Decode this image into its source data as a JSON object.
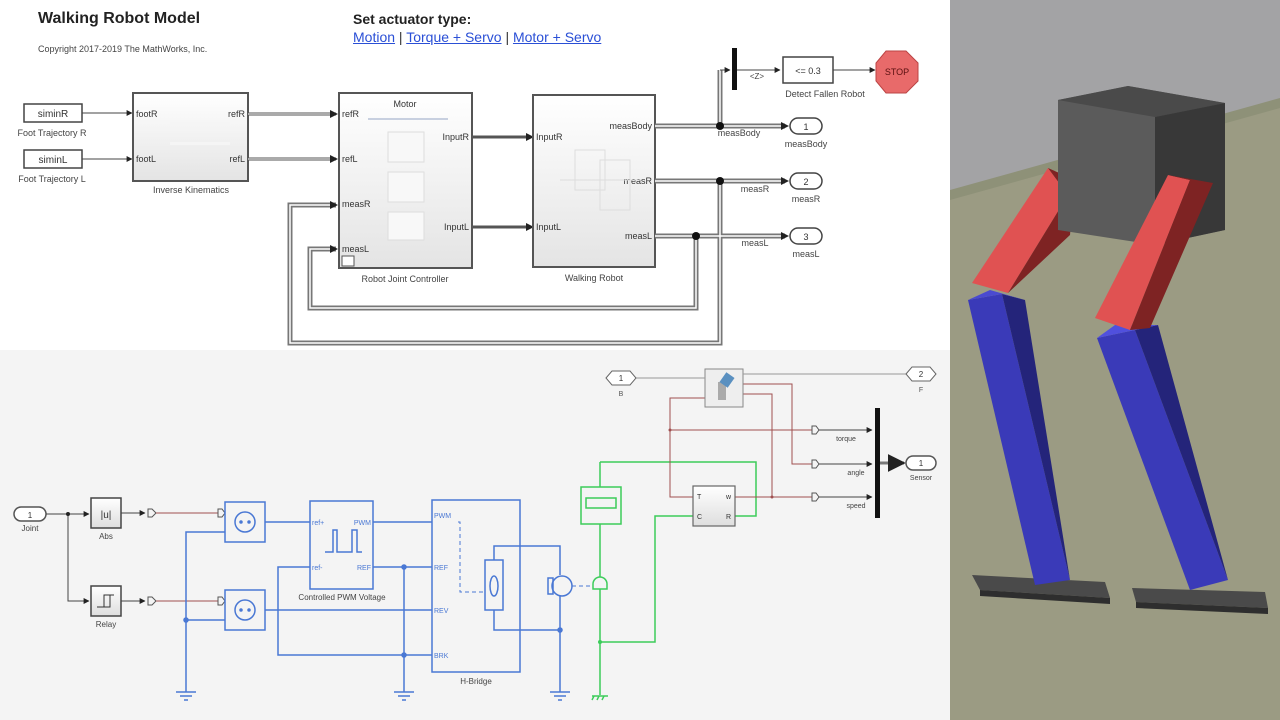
{
  "header": {
    "title": "Walking Robot Model",
    "copyright": "Copyright 2017-2019 The MathWorks, Inc.",
    "actuator_heading": "Set actuator type:",
    "actuator_links": [
      "Motion",
      "Torque + Servo",
      "Motor + Servo"
    ],
    "separator": "|"
  },
  "top_diagram": {
    "inputs": [
      {
        "label": "siminR",
        "caption": "Foot Trajectory R"
      },
      {
        "label": "siminL",
        "caption": "Foot Trajectory L"
      }
    ],
    "inverse_kinematics": {
      "name": "Inverse Kinematics",
      "in_ports": [
        "footR",
        "footL"
      ],
      "out_ports": [
        "refR",
        "refL"
      ]
    },
    "controller": {
      "name": "Robot Joint Controller",
      "header": "Motor",
      "in_ports": [
        "refR",
        "refL",
        "measR",
        "measL"
      ],
      "out_ports": [
        "InputR",
        "InputL"
      ]
    },
    "walking_robot": {
      "name": "Walking Robot",
      "in_ports": [
        "InputR",
        "InputL"
      ],
      "out_ports": [
        "measBody",
        "measR",
        "measL"
      ]
    },
    "selector_label": "<Z>",
    "compare": {
      "expr": "<= 0.3",
      "caption": "Detect Fallen Robot"
    },
    "stop_label": "STOP",
    "outputs": [
      {
        "num": "1",
        "caption": "measBody",
        "signal": "measBody"
      },
      {
        "num": "2",
        "caption": "measR",
        "signal": "measR"
      },
      {
        "num": "3",
        "caption": "measL",
        "signal": "measL"
      }
    ]
  },
  "bottom_diagram": {
    "joint_in": {
      "num": "1",
      "caption": "Joint"
    },
    "abs_block": {
      "symbol": "|u|",
      "caption": "Abs"
    },
    "relay_block": {
      "caption": "Relay"
    },
    "pwm_block": {
      "caption": "Controlled PWM Voltage",
      "ports": [
        "ref+",
        "ref-",
        "PWM",
        "REF"
      ]
    },
    "hbridge": {
      "caption": "H-Bridge",
      "ports": [
        "PWM",
        "REF",
        "REV",
        "BRK"
      ]
    },
    "sensor_block": {
      "ports": [
        "T",
        "C",
        "w",
        "R"
      ]
    },
    "b_port": {
      "num": "1",
      "caption": "B"
    },
    "f_port": {
      "num": "2",
      "caption": "F"
    },
    "bus_signals": [
      "torque",
      "angle",
      "speed"
    ],
    "sensor_out": {
      "num": "1",
      "caption": "Sensor"
    }
  },
  "render": {
    "description": "3D walking robot visualization",
    "colors": {
      "thigh": "#e05252",
      "shin": "#3a3ab8",
      "body": "#555555",
      "floor": "#9b9b83",
      "wall": "#a3a3a5"
    }
  },
  "colors": {
    "link": "#2a4fd6",
    "electrical": "#4a78d4",
    "mechanical": "#3ccc5a",
    "physical_signal": "#a05050",
    "stop": "#e86a6a"
  }
}
